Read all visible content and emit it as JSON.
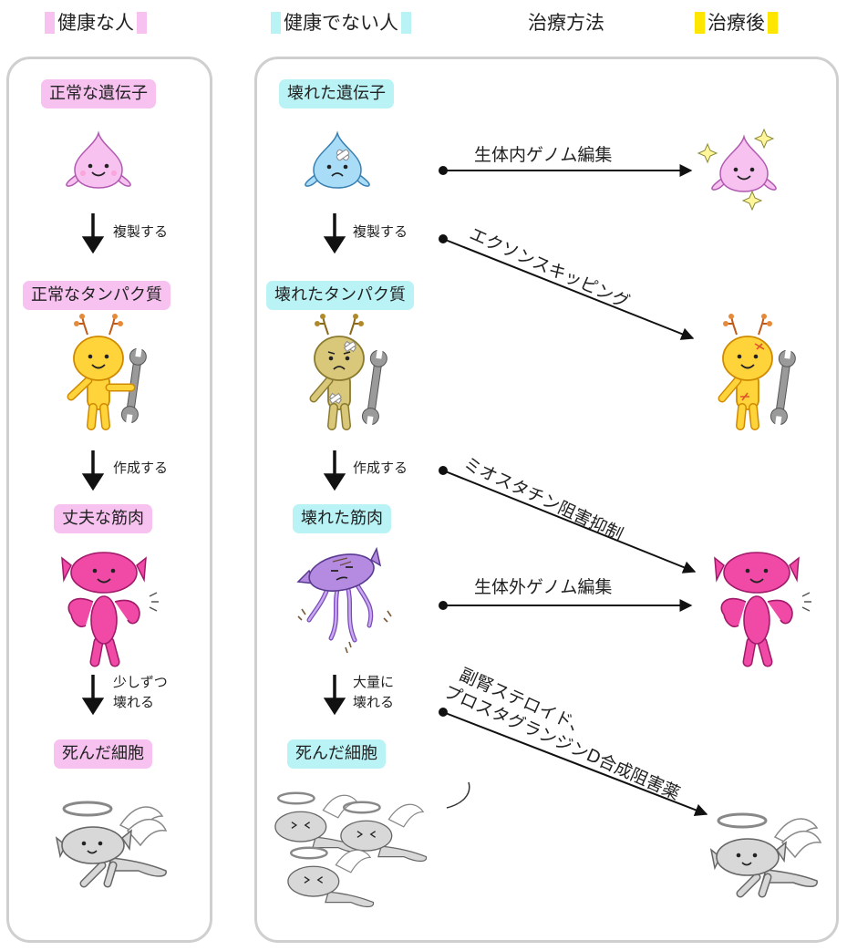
{
  "headers": {
    "healthy": "健康な人",
    "unhealthy": "健康でない人",
    "treatment": "治療方法",
    "after": "治療後"
  },
  "colors": {
    "healthy_marker": "#f7c2f0",
    "unhealthy_marker": "#b9f3f5",
    "after_marker": "#ffe600",
    "panel_border": "#cfcfcf",
    "pink_char": "#f04aa6",
    "yellow_char": "#ffd43b",
    "olive_char": "#d9c77a",
    "purple_char": "#b48be0",
    "angel_grey": "#d8d8d8"
  },
  "healthy": {
    "gene": "正常な遺伝子",
    "protein": "正常なタンパク質",
    "muscle": "丈夫な筋肉",
    "dead": "死んだ細胞",
    "step1": "複製する",
    "step2": "作成する",
    "step3_line1": "少しずつ",
    "step3_line2": "壊れる"
  },
  "unhealthy": {
    "gene": "壊れた遺伝子",
    "protein": "壊れたタンパク質",
    "muscle": "壊れた筋肉",
    "dead": "死んだ細胞",
    "step1": "複製する",
    "step2": "作成する",
    "step3_line1": "大量に",
    "step3_line2": "壊れる"
  },
  "treatments": {
    "t1": "生体内ゲノム編集",
    "t2": "エクソンスキッピング",
    "t3": "ミオスタチン阻害抑制",
    "t4": "生体外ゲノム編集",
    "t5_line1": "副腎ステロイド、",
    "t5_line2": "プロスタグランジンD合成阻害薬"
  },
  "icons": {
    "gene_healthy": "drop-character-icon",
    "protein_healthy": "wrench-character-icon",
    "muscle_healthy": "flexing-muscle-icon",
    "dead_healthy": "angel-cell-icon",
    "gene_broken": "sad-drop-character-icon",
    "protein_broken": "broken-wrench-character-icon",
    "muscle_broken": "jellyfish-muscle-icon",
    "dead_broken": "angel-cells-group-icon"
  }
}
